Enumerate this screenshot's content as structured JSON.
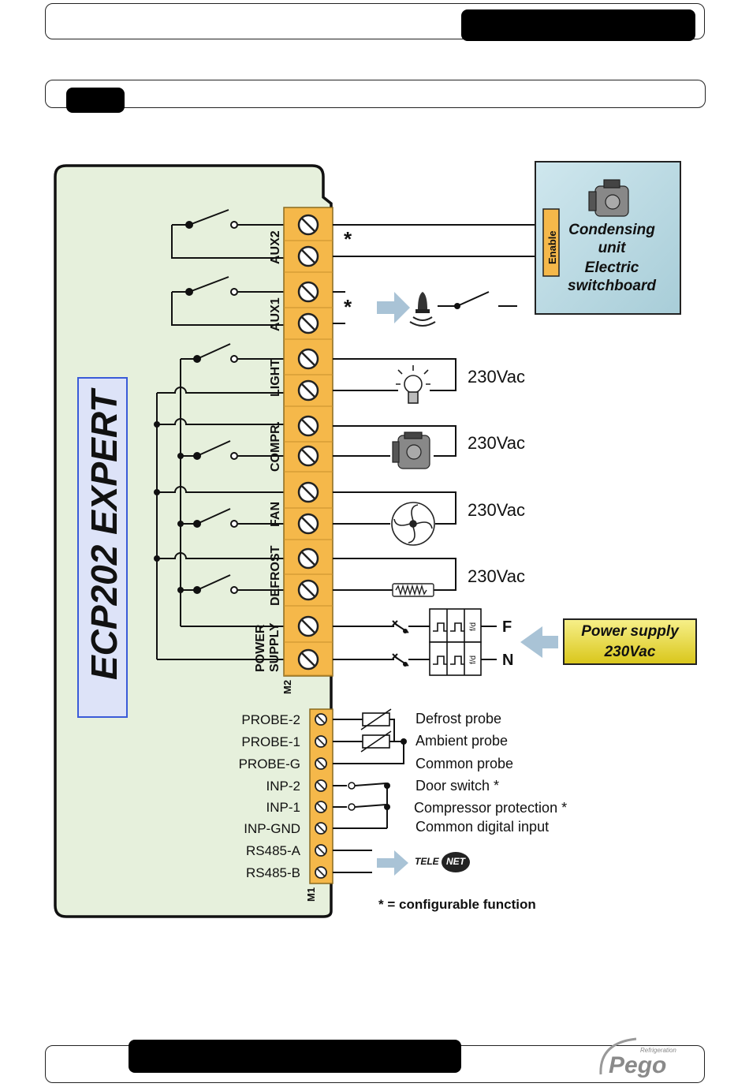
{
  "product_title": "ECP202 EXPERT",
  "m2_terminals": [
    {
      "label": "AUX2",
      "load": "*"
    },
    {
      "label": "AUX1",
      "load": "*"
    },
    {
      "label": "LIGHT",
      "load": "230Vac"
    },
    {
      "label": "COMPR.",
      "load": "230Vac"
    },
    {
      "label": "FAN",
      "load": "230Vac"
    },
    {
      "label": "DEFROST",
      "load": "230Vac"
    }
  ],
  "power_supply_terminal": {
    "line1": "POWER",
    "line2": "SUPPLY"
  },
  "block_labels": {
    "m2": "M2",
    "m1": "M1"
  },
  "condensing_box": {
    "enable": "Enable",
    "line1": "Condensing",
    "line2": "unit",
    "line3": "Electric",
    "line4": "switchboard"
  },
  "power_box": {
    "line1": "Power supply",
    "line2": "230Vac"
  },
  "phases": {
    "f": "F",
    "n": "N"
  },
  "fuse_label": "f/d",
  "aux1_star": "*",
  "m1_terminals": [
    {
      "label": "PROBE-2",
      "desc": "Defrost probe"
    },
    {
      "label": "PROBE-1",
      "desc": "Ambient probe"
    },
    {
      "label": "PROBE-G",
      "desc": "Common probe"
    },
    {
      "label": "INP-2",
      "desc": "Door switch *"
    },
    {
      "label": "INP-1",
      "desc": "Compressor protection *"
    },
    {
      "label": "INP-GND",
      "desc": "Common digital input"
    },
    {
      "label": "RS485-A",
      "desc": ""
    },
    {
      "label": "RS485-B",
      "desc": ""
    }
  ],
  "telenet": {
    "part1": "TELE",
    "part2": "NET"
  },
  "footnote": "* = configurable function",
  "brand": {
    "name": "Pego",
    "tagline": "Refrigeration"
  },
  "colors": {
    "panel": "#e6f0dc",
    "terminal": "#f5b84a",
    "condensing_bg": "#c6dfe6",
    "power_bg": "#f2e83a",
    "arrow": "#a9c3d6",
    "label_border": "#3a5bd8"
  }
}
